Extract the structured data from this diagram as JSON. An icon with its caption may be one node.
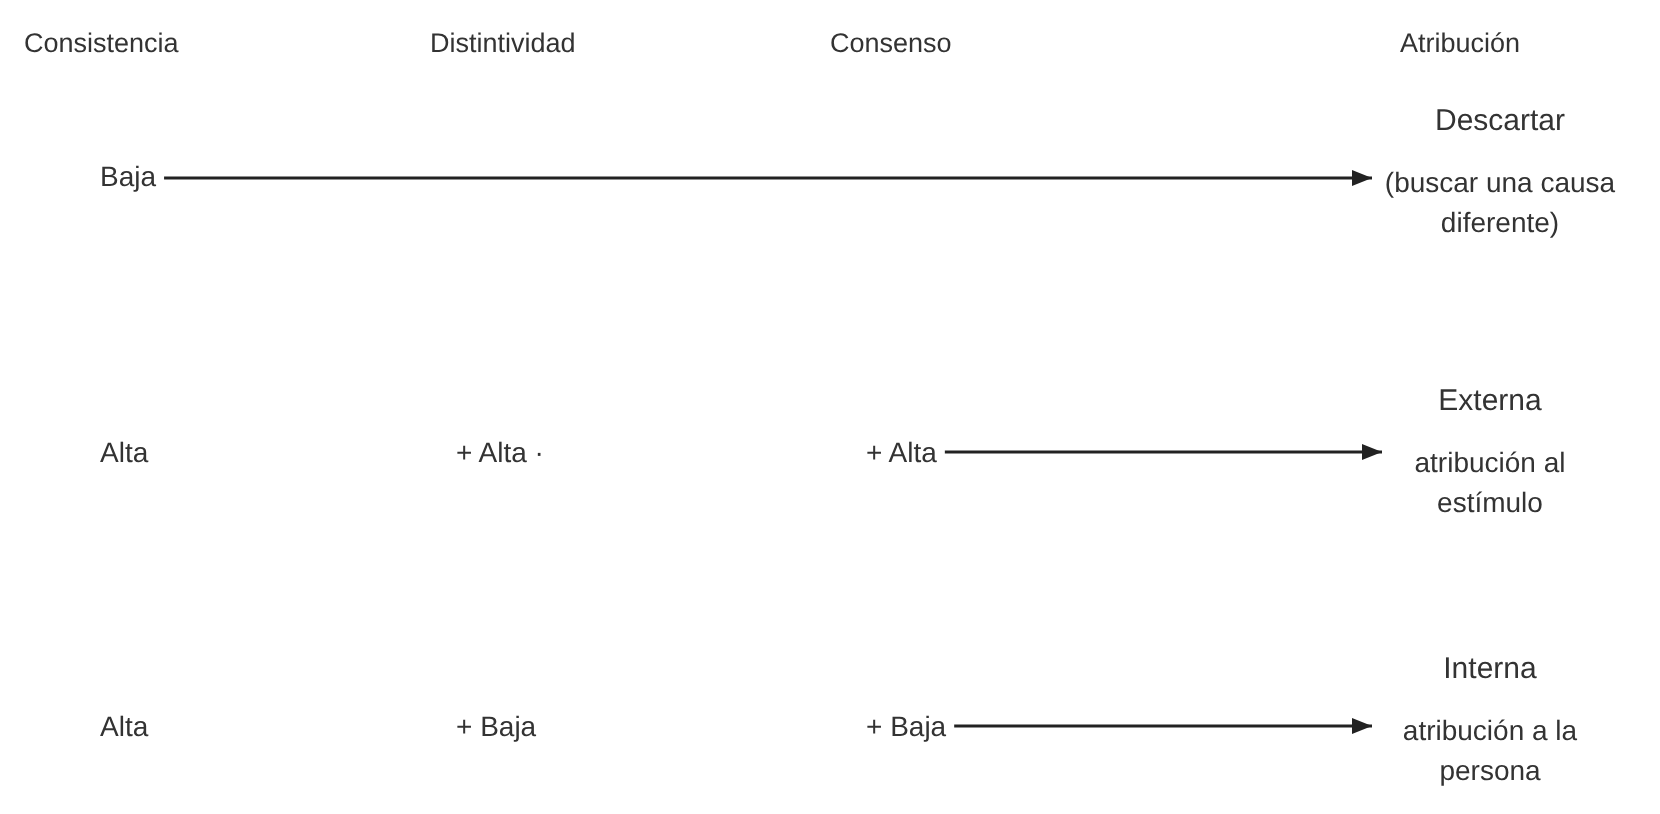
{
  "diagram": {
    "nodes": [
      {
        "text": [
          "Baja"
        ]
      },
      {
        "text": [
          "Descartar",
          "(buscar una causa diferente)"
        ]
      },
      {
        "text": [
          "+ Alta"
        ]
      },
      {
        "text": [
          "Externa",
          "atribución al estímulo"
        ]
      },
      {
        "text": [
          "+ Baja"
        ]
      },
      {
        "text": [
          "Interna",
          "atribución a la persona"
        ]
      }
    ],
    "edges": [
      {
        "from": 0,
        "to": 1,
        "arrow": "to"
      },
      {
        "from": 2,
        "to": 3,
        "arrow": "to"
      },
      {
        "from": 4,
        "to": 5,
        "arrow": "to"
      }
    ],
    "labels": [
      "Consistencia",
      "Distintividad",
      "Consenso",
      "Atribución",
      "Alta",
      "+ Alta ·",
      "Alta",
      "+ Baja"
    ]
  }
}
